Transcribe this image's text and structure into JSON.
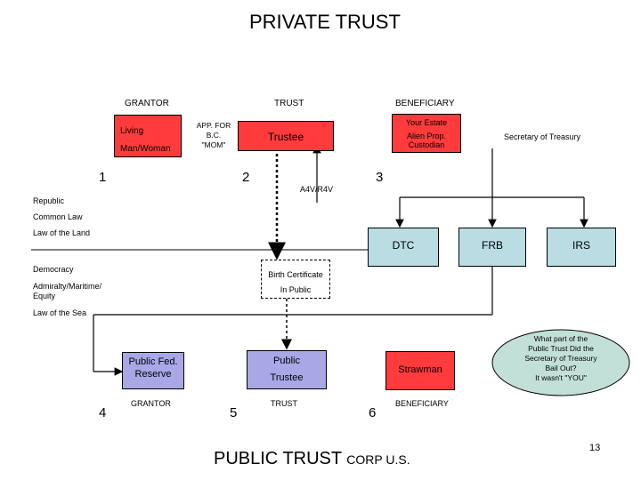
{
  "title": "PRIVATE TRUST",
  "top_headers": {
    "grantor": "GRANTOR",
    "trust": "TRUST",
    "beneficiary": "BENEFICIARY"
  },
  "living_box": {
    "line1": "Living",
    "line2": "Man/Woman"
  },
  "app_label": {
    "line1": "APP. FOR",
    "line2": "B.C.",
    "line3": "\"MOM\""
  },
  "trustee_box": {
    "label": "Trustee"
  },
  "estate_box": {
    "line1": "Your Estate",
    "line2": "Alien Prop.",
    "line3": "Custodian"
  },
  "secretary_label": "Secretary of Treasury",
  "numbers": {
    "n1": "1",
    "n2": "2",
    "n3": "3",
    "n4": "4",
    "n5": "5",
    "n6": "6"
  },
  "a4v_label": "A4V/R4V",
  "republic_labels": {
    "republic": "Republic",
    "common_law": "Common Law",
    "law_of_land": "Law of the Land"
  },
  "agencies": {
    "dtc": "DTC",
    "frb": "FRB",
    "irs": "IRS"
  },
  "democracy_labels": {
    "democracy": "Democracy",
    "admiralty1": "Admiralty/Maritime/",
    "admiralty2": "Equity",
    "law_of_sea": "Law of the Sea"
  },
  "birth_cert": {
    "line1": "Birth Certificate",
    "line2": "In Public"
  },
  "public_fed_box": {
    "line1": "Public Fed.",
    "line2": "Reserve"
  },
  "public_trustee_box": {
    "line1": "Public",
    "line2": "Trustee"
  },
  "strawman_box": {
    "label": "Strawman"
  },
  "bailout_circle": {
    "line1": "What part of the",
    "line2": "Public Trust  Did the",
    "line3": "Secretary of Treasury",
    "line4": "Bail Out?",
    "line5": "It wasn't \"YOU\""
  },
  "bottom_headers": {
    "grantor": "GRANTOR",
    "trust": "TRUST",
    "beneficiary": "BENEFICIARY"
  },
  "footer": {
    "main": "PUBLIC TRUST ",
    "small": "CORP U.S.",
    "page": "13"
  },
  "colors": {
    "red": "#ff3b3b",
    "blue": "#a9a7e6",
    "teal": "#b9dde3",
    "circle": "#c3e0d8"
  }
}
